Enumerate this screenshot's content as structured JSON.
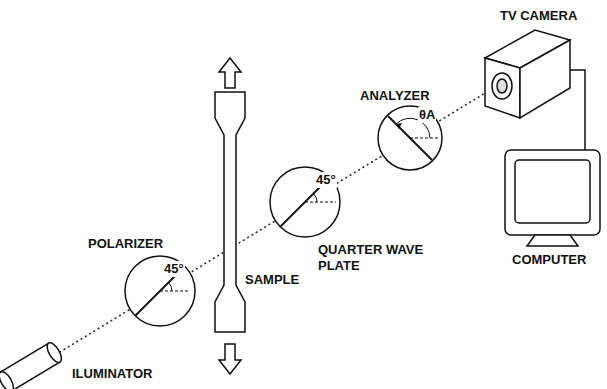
{
  "diagram": {
    "labels": [
      "TV CAMERA",
      "ANALYZER",
      "θA",
      "45°",
      "QUARTER WAVE PLATE",
      "45°",
      "POLARIZER",
      "SAMPLE",
      "COMPUTER",
      "ILUMINATOR"
    ]
  }
}
